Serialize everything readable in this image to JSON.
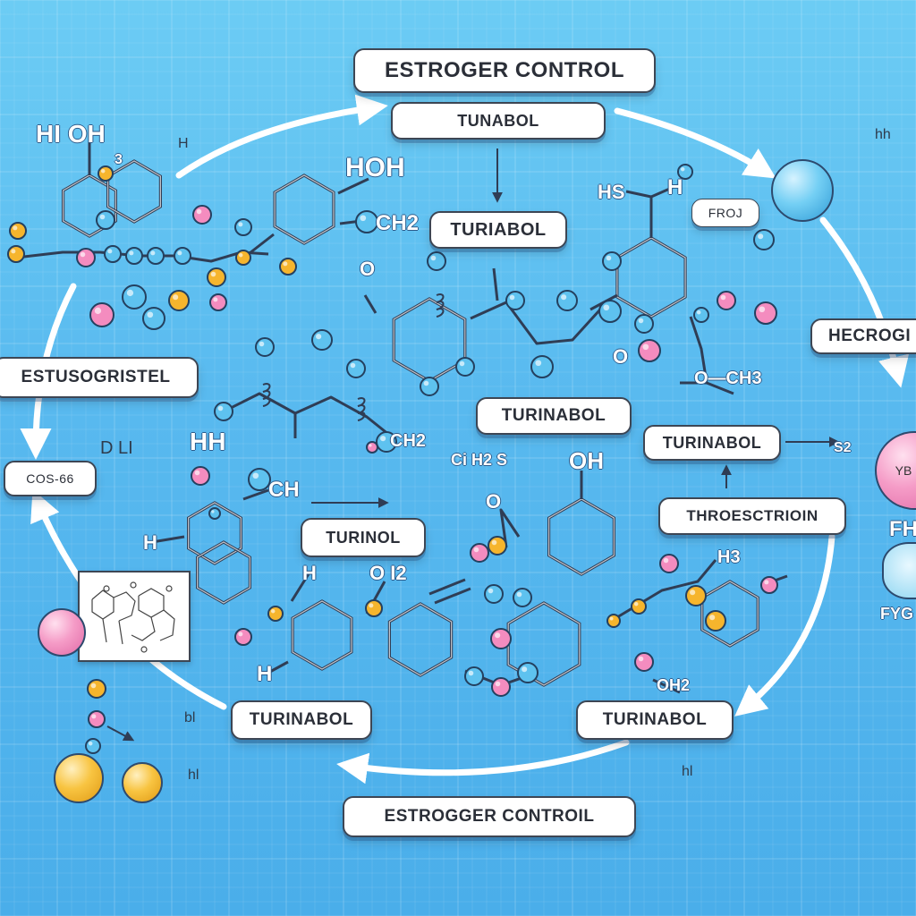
{
  "labels": {
    "estrogen_control_top": "ESTROGER CONTROL",
    "estrogen_control_bottom": "ESTROGGER CONTROIL",
    "tunabol": "TUNABOL",
    "turiabol": "TURIABOL",
    "turinabol_center": "TURINABOL",
    "turinabol_right": "TURINABOL",
    "turinabol_bottom_left": "TURINABOL",
    "turinabol_bottom_right": "TURINABOL",
    "turinol": "TURINOL",
    "throestrioin": "THROESCTRIOIN",
    "estusogristel": "ESTUSOGRISTEL",
    "hecrog": "HECROGI",
    "frog": "FROJ",
    "cos_code": "COS-66",
    "yb": "YB"
  },
  "formula_text": {
    "hi_oh": "HI  OH",
    "h_top_left": "H",
    "h3": "3",
    "hoh": "HOH",
    "ch2_top": "CH2",
    "hs": "HS",
    "h_hs": "H",
    "ch3_right": "O—CH3",
    "ch2_mid": "CH2",
    "o_mid": "O",
    "o_small": "O",
    "hh": "HH",
    "ch": "CH",
    "h_left": "H",
    "h_lower": "H",
    "h_lower2": "H",
    "oh_center": "OH",
    "o_center": "O",
    "ch_center": "Ci  H2  S",
    "o_i2": "O I2",
    "h3_right": "H3",
    "oh2": "OH2",
    "s2": "S2",
    "d_li": "D    LI",
    "fh": "FH",
    "fyg": "FYG",
    "hh_right": "hh",
    "bl1": "bl",
    "bl2": "hl",
    "bl3": "hl"
  },
  "colors": {
    "background": "#58b9ef",
    "ball_blue": "#5ec2ef",
    "ball_pink": "#f48cbf",
    "ball_orange": "#f6b52d",
    "bond": "#2f3d55",
    "arrow": "#ffffff"
  }
}
